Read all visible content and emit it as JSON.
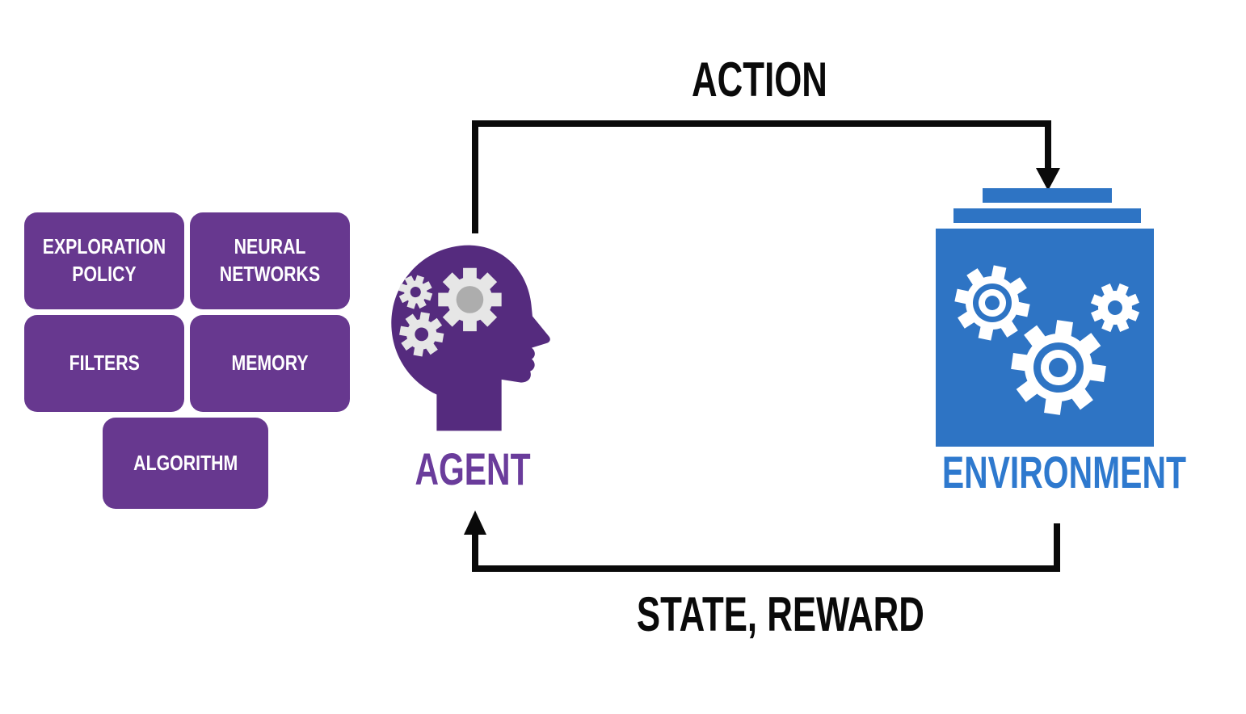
{
  "colors": {
    "purple_box": "#67388F",
    "purple_head": "#552B7E",
    "agent_label": "#6A3C9B",
    "env_blue": "#2E74C4",
    "env_label": "#2E79CE",
    "arrow_black": "#0A0A0A",
    "gear_light": "#E6E6E6",
    "gear_gray": "#ADADAD"
  },
  "concepts": [
    {
      "label": "EXPLORATION POLICY"
    },
    {
      "label": "NEURAL NETWORKS"
    },
    {
      "label": "FILTERS"
    },
    {
      "label": "MEMORY"
    },
    {
      "label": "ALGORITHM"
    }
  ],
  "agent": {
    "label": "AGENT"
  },
  "environment": {
    "label": "ENVIRONMENT"
  },
  "loop": {
    "action_label": "ACTION",
    "state_reward_label": "STATE, REWARD"
  }
}
